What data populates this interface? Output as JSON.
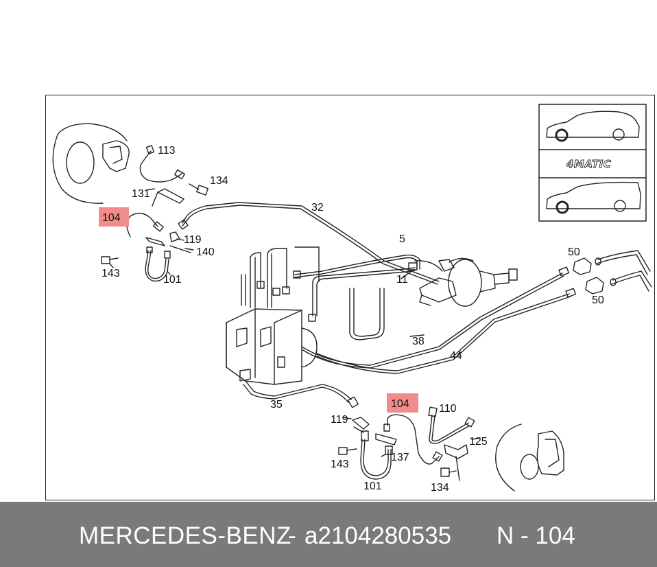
{
  "diagram": {
    "callouts": {
      "c113": "113",
      "c134a": "134",
      "c131": "131",
      "c32": "32",
      "c104a": "104",
      "c119a": "119",
      "c140": "140",
      "c143a": "143",
      "c101a": "101",
      "c5": "5",
      "c11": "11",
      "c50a": "50",
      "c50b": "50",
      "c38": "38",
      "c44": "44",
      "c35": "35",
      "c104b": "104",
      "c110": "110",
      "c119b": "119",
      "c125": "125",
      "c137": "137",
      "c143b": "143",
      "c101b": "101",
      "c134b": "134"
    },
    "highlight_color": "#f28b8b",
    "inset": {
      "model_label": "4MATIC"
    }
  },
  "footer": {
    "brand": "MERCEDES-BENZ",
    "separator": "-",
    "part_number": "a2104280535",
    "position": "N - 104"
  }
}
